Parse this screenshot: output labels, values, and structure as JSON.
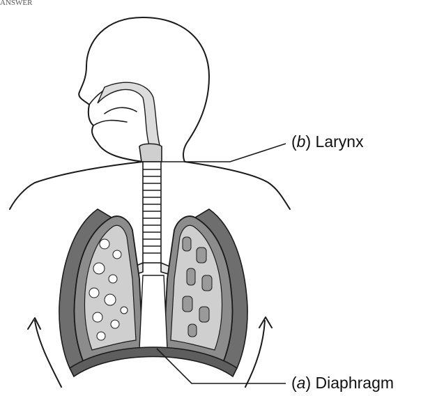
{
  "header": {
    "text": "ANSWER"
  },
  "labels": {
    "b": {
      "open": "(",
      "key": "b",
      "close": ")",
      "text": "Larynx"
    },
    "a": {
      "open": "(",
      "key": "a",
      "close": ")",
      "text": "Diaphragm"
    }
  },
  "colors": {
    "outline": "#1a1a1a",
    "lung_fill": "#7d7d7d",
    "lung_inner": "#cfcfcf",
    "airway_fill": "#dcdcdc",
    "background": "#ffffff"
  }
}
